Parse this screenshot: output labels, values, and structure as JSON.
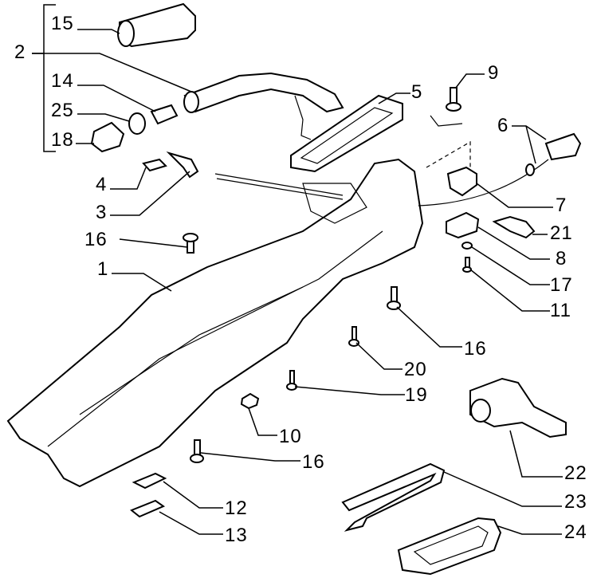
{
  "diagram": {
    "type": "exploded-parts-diagram",
    "callouts": [
      {
        "id": "c15",
        "text": "15"
      },
      {
        "id": "c2",
        "text": "2"
      },
      {
        "id": "c14",
        "text": "14"
      },
      {
        "id": "c25",
        "text": "25"
      },
      {
        "id": "c18",
        "text": "18"
      },
      {
        "id": "c4",
        "text": "4"
      },
      {
        "id": "c3",
        "text": "3"
      },
      {
        "id": "c16a",
        "text": "16"
      },
      {
        "id": "c1",
        "text": "1"
      },
      {
        "id": "c5",
        "text": "5"
      },
      {
        "id": "c9",
        "text": "9"
      },
      {
        "id": "c6",
        "text": "6"
      },
      {
        "id": "c7",
        "text": "7"
      },
      {
        "id": "c21",
        "text": "21"
      },
      {
        "id": "c8",
        "text": "8"
      },
      {
        "id": "c17",
        "text": "17"
      },
      {
        "id": "c11",
        "text": "11"
      },
      {
        "id": "c16b",
        "text": "16"
      },
      {
        "id": "c20",
        "text": "20"
      },
      {
        "id": "c19",
        "text": "19"
      },
      {
        "id": "c10",
        "text": "10"
      },
      {
        "id": "c16c",
        "text": "16"
      },
      {
        "id": "c22",
        "text": "22"
      },
      {
        "id": "c12",
        "text": "12"
      },
      {
        "id": "c23",
        "text": "23"
      },
      {
        "id": "c13",
        "text": "13"
      },
      {
        "id": "c24",
        "text": "24"
      }
    ]
  }
}
